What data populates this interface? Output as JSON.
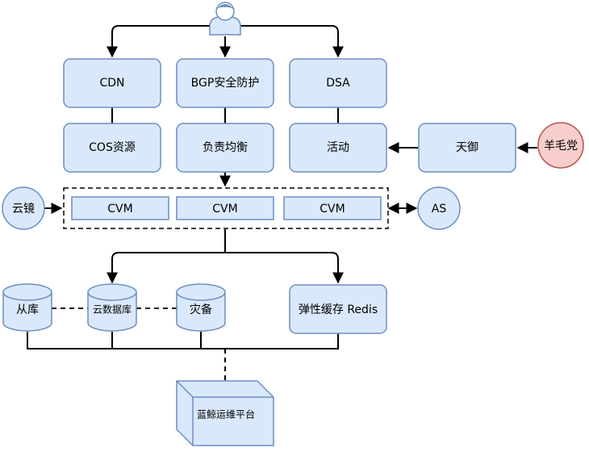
{
  "diagram": {
    "nodes": {
      "cdn": "CDN",
      "bgp": "BGP安全防护",
      "dsa": "DSA",
      "cos": "COS资源",
      "lb": "负责均衡",
      "activity": "活动",
      "tianyu": "天御",
      "yangmaodang": "羊毛党",
      "yunjing": "云镜",
      "cvm1": "CVM",
      "cvm2": "CVM",
      "cvm3": "CVM",
      "as": "AS",
      "congku": "从库",
      "yunshujuku": "云数据库",
      "zaibei": "灾备",
      "redis": "弹性缓存 Redis",
      "lanjing": "蓝鲸运维平台"
    },
    "colors": {
      "box_fill": "#dae8fc",
      "box_stroke": "#6c8ebf",
      "attacker_fill": "#f8cecc",
      "attacker_stroke": "#b85450",
      "edge": "#000000"
    },
    "icons": [
      "user-icon"
    ]
  }
}
